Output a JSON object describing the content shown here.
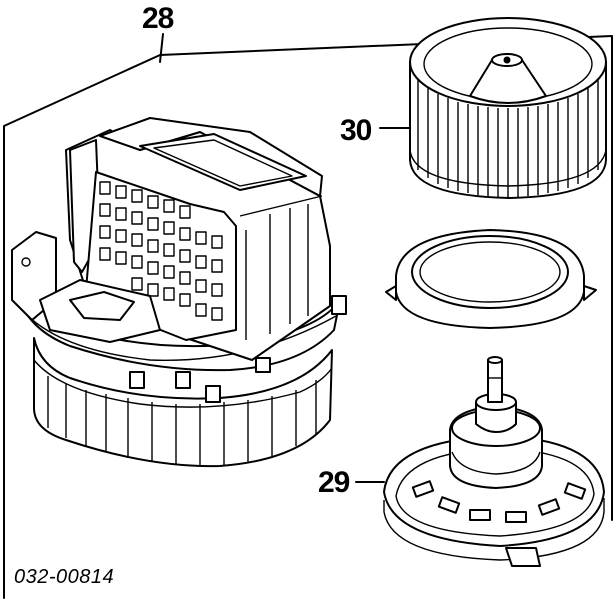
{
  "callouts": {
    "housing_assembly": "28",
    "fan_wheel": "30",
    "motor": "29"
  },
  "diagram_code": "032-00814",
  "icons": [
    "blower-housing-icon",
    "fan-wheel-icon",
    "seal-ring-icon",
    "blower-motor-icon"
  ]
}
